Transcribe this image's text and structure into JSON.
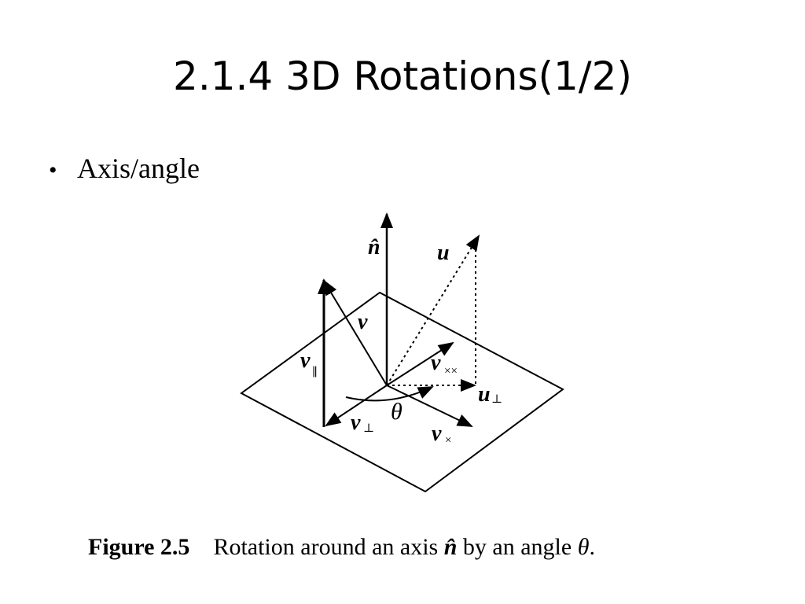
{
  "slide": {
    "title": "2.1.4 3D Rotations(1/2)",
    "bullets": [
      {
        "text": "Axis/angle"
      }
    ]
  },
  "diagram": {
    "labels": {
      "n_hat": "n̂",
      "u": "u",
      "v": "v",
      "v_parallel": "v",
      "v_parallel_sub": "∥",
      "v_cross_cross": "v",
      "v_cross_cross_sub": "××",
      "u_perp": "u",
      "u_perp_sub": "⊥",
      "v_perp": "v",
      "v_perp_sub": "⊥",
      "theta": "θ",
      "v_cross": "v",
      "v_cross_sub": "×"
    }
  },
  "caption": {
    "label": "Figure 2.5",
    "text_before": "Rotation around an axis ",
    "axis_symbol": "n̂",
    "text_middle": " by an angle ",
    "angle_symbol": "θ",
    "text_after": "."
  },
  "colors": {
    "background": "#ffffff",
    "ink": "#000000"
  }
}
